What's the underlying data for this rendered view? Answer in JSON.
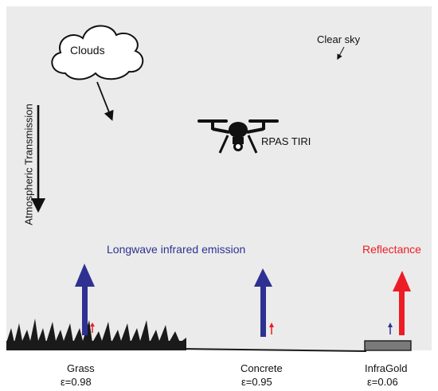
{
  "colors": {
    "sky": "#ebebeb",
    "emission": "#2e3192",
    "reflectance": "#ed1c24",
    "ground": "#1a1a1a",
    "infragold_plate": "#7a7a7a"
  },
  "labels": {
    "clouds": "Clouds",
    "clear_sky": "Clear sky",
    "atmospheric": "Atmospheric Transmission",
    "rpas": "RPAS TIRI",
    "emission": "Longwave infrared emission",
    "reflectance": "Reflectance"
  },
  "icons": [
    "cloud-icon",
    "drone-icon",
    "grass-icon"
  ],
  "surfaces": [
    {
      "name": "Grass",
      "emissivity": "ε=0.98"
    },
    {
      "name": "Concrete",
      "emissivity": "ε=0.95"
    },
    {
      "name": "InfraGold",
      "emissivity": "ε=0.06"
    }
  ]
}
